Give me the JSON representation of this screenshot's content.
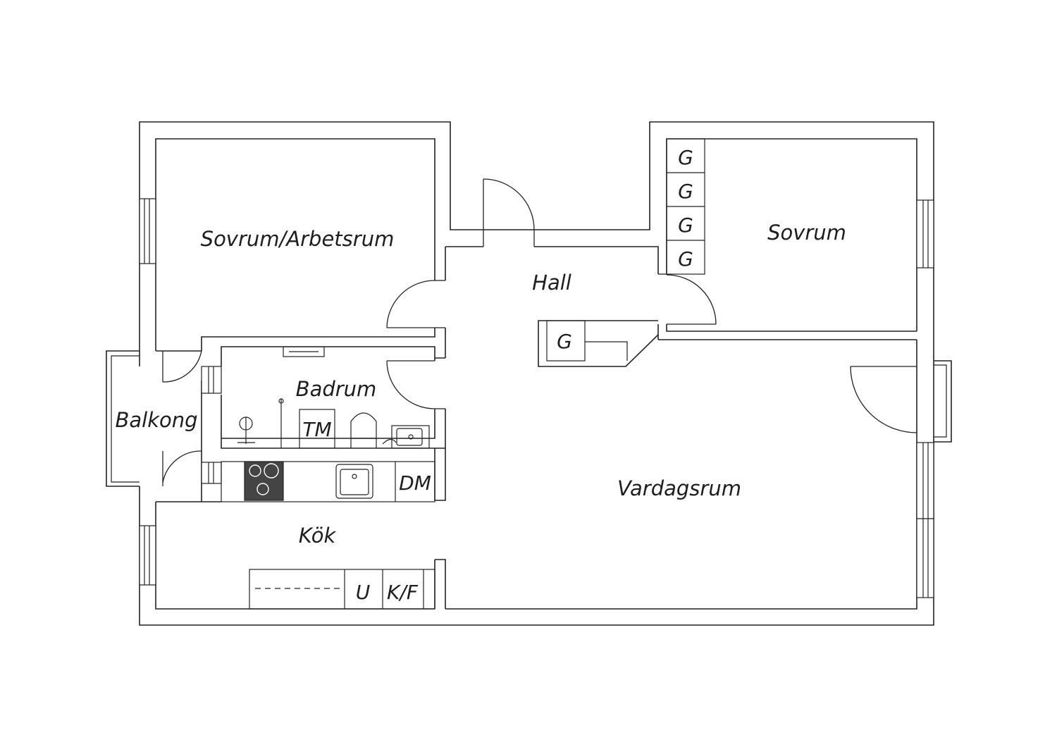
{
  "rooms": {
    "sovrum_arbetsrum": "Sovrum/Arbetsrum",
    "hall": "Hall",
    "sovrum": "Sovrum",
    "badrum": "Badrum",
    "balkong": "Balkong",
    "kok": "Kök",
    "vardagsrum": "Vardagsrum"
  },
  "appliances": {
    "wardrobe": "G",
    "washing_machine": "TM",
    "dishwasher": "DM",
    "oven": "U",
    "fridge_freezer": "K/F"
  },
  "colors": {
    "line": "#222222",
    "background": "#ffffff",
    "hob": "#444444"
  }
}
